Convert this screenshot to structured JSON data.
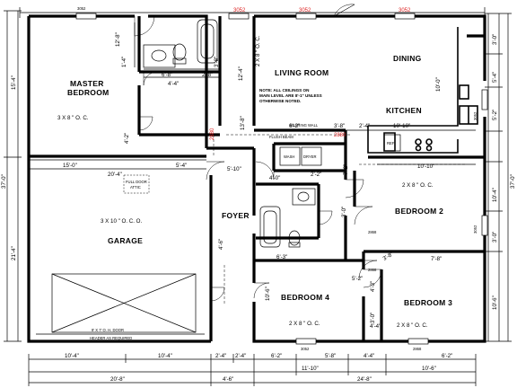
{
  "rooms": {
    "master_bedroom": [
      "MASTER",
      "BEDROOM"
    ],
    "living_room": "LIVING ROOM",
    "dining": "DINING",
    "kitchen": "KITCHEN",
    "garage": "GARAGE",
    "foyer": "FOYER",
    "bedroom2": "BEDROOM 2",
    "bedroom3": "BEDROOM 3",
    "bedroom4": "BEDROOM 4"
  },
  "ceiling_specs": {
    "master": "3 X 8 \" O. C.",
    "living": "2 X 8 \" O. C.",
    "garage": "3 X 10 \" O. C. O.",
    "bedroom2": "2 X 8 \" O. C.",
    "bedroom3": "2 X 8 \" O. C.",
    "bedroom4": "2 X 8 \" O. C."
  },
  "notes": {
    "ceiling_note": [
      "NOTE: ALL CEILINGS ON",
      "MAIN LEVEL ARE 8'-1\" UNLESS",
      "OTHERWISE NOTED."
    ],
    "garage_door": "9' X 7' O. H. DOOR",
    "header": "HEADER AS REQUIRED",
    "full_door": [
      "FULL DOOR",
      "ATTIC"
    ],
    "flush_beam": "FLUSH BEAM",
    "bearing_wall": "BEARING WALL",
    "wash": "WASH",
    "dryer": "DRYER",
    "ref": "REF"
  },
  "windows_red": [
    "3052",
    "3052",
    "3052",
    "2880",
    "2880"
  ],
  "windows": [
    "3052",
    "3052",
    "3052",
    "3052",
    "2868",
    "2868",
    "2868"
  ],
  "dims_top": [
    "15'-0\"",
    "20'-4\"",
    "5'-4\"",
    "6'-2\"",
    "3'-8\"",
    "2'-4\"",
    "10'-10\"",
    "10'-10\"",
    "4'-4\"",
    "6'-8\"",
    "2'-8\"",
    "12'-8\"",
    "12'-4\""
  ],
  "dims_bottom": [
    "10'-4\"",
    "10'-4\"",
    "2'-4\"",
    "2'-4\"",
    "6'-2\"",
    "5'-8\"",
    "4'-4\"",
    "6'-2\"",
    "11'-10\"",
    "10'-6\"",
    "20'-8\"",
    "4'-6\"",
    "24'-8\""
  ],
  "dims_left": [
    "15'-4\"",
    "37'-0\"",
    "21'-4\""
  ],
  "dims_right": [
    "3'-0\"",
    "5'-4\"",
    "5'-2\"",
    "37'-0\"",
    "10'-4\"",
    "3'-0\"",
    "10'-6\"",
    "10'-0\""
  ],
  "dims_misc": [
    "4'-2\"",
    "4'-0\"",
    "6'-3\"",
    "10'-6\"",
    "7'-8\"",
    "5'-10\"",
    "4'-3\"",
    "3'-0\"",
    "7'-2\"",
    "13'-8\"",
    "3'-8\"",
    "1'-4\"",
    "3'-8\"",
    "4'-6\"",
    "2'-2\"",
    "3'-0\"",
    "5'-2\"",
    "4'-4\""
  ]
}
